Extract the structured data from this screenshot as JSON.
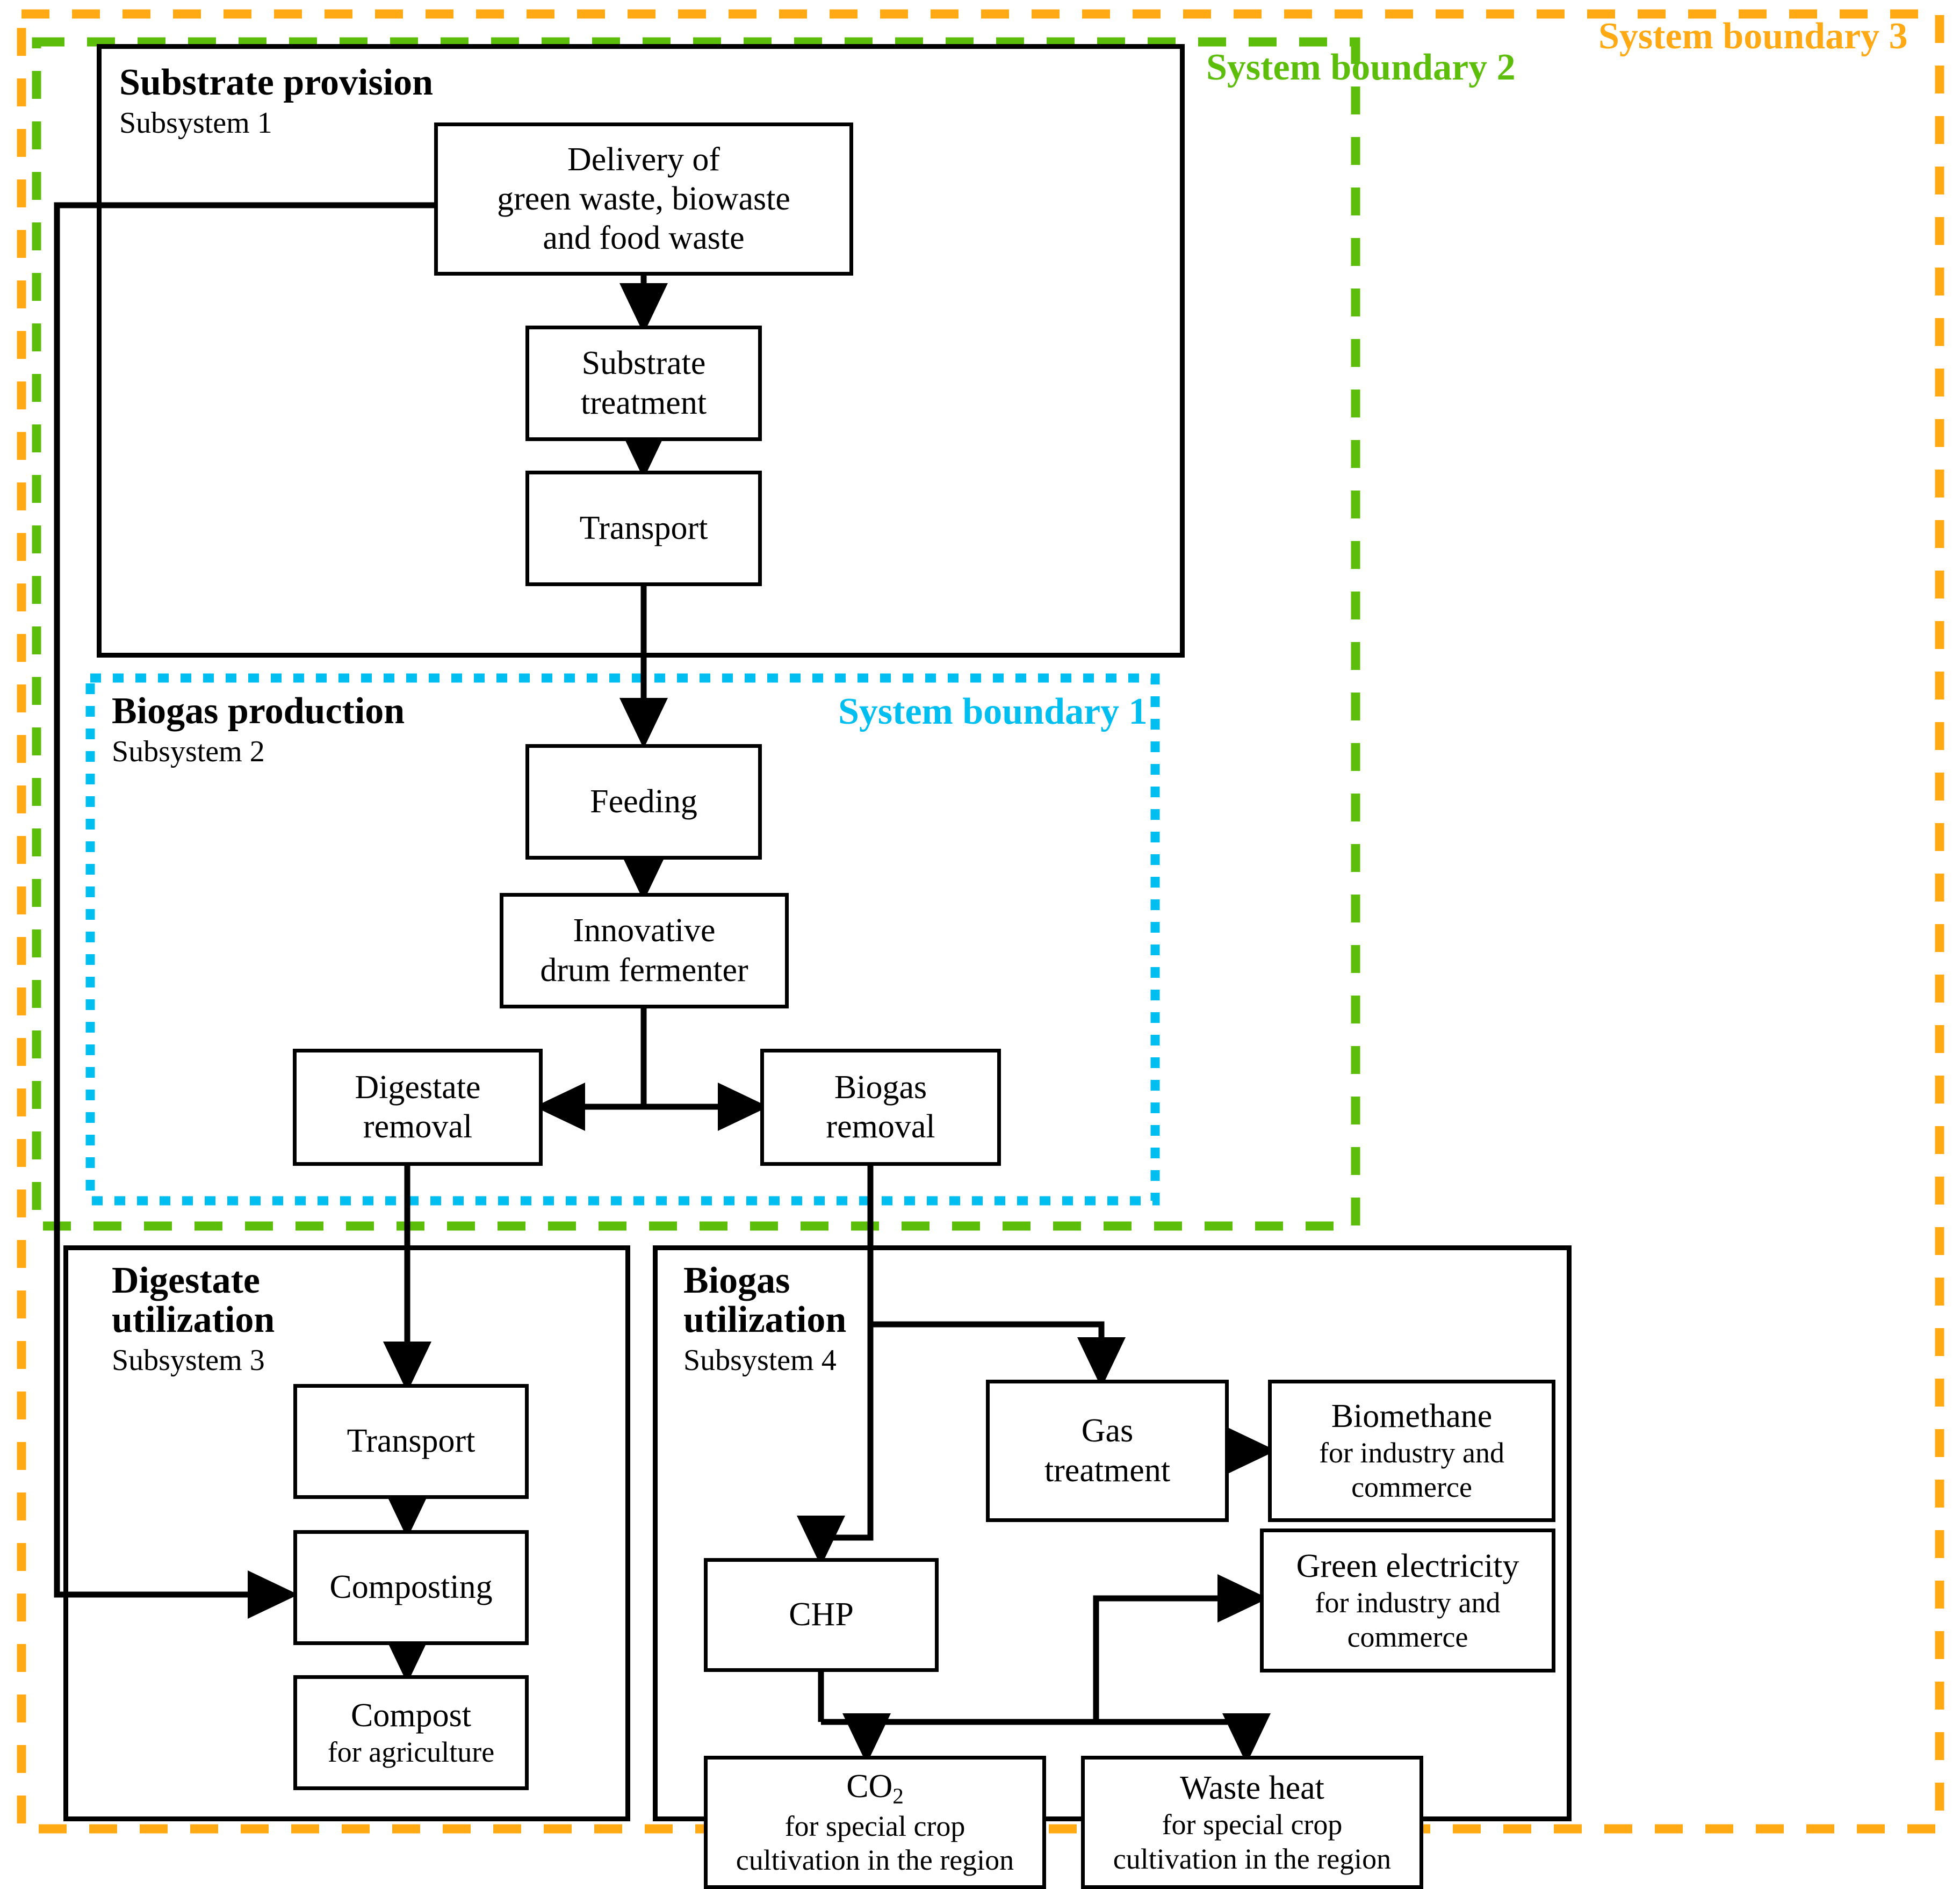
{
  "boundaries": [
    {
      "id": "sb1",
      "label": "System boundary 1",
      "color": "#00BFF0",
      "style": "dotted"
    },
    {
      "id": "sb2",
      "label": "System boundary 2",
      "color": "#5CBD0A",
      "style": "dashed"
    },
    {
      "id": "sb3",
      "label": "System boundary 3",
      "color": "#FFA915",
      "style": "dashed"
    }
  ],
  "subsystems": [
    {
      "id": "s1",
      "title": "Substrate provision",
      "subtitle": "Subsystem 1"
    },
    {
      "id": "s2",
      "title": "Biogas production",
      "subtitle": "Subsystem 2"
    },
    {
      "id": "s3",
      "title": "Digestate\nutilization",
      "subtitle": "Subsystem 3"
    },
    {
      "id": "s4",
      "title": "Biogas\nutilization",
      "subtitle": "Subsystem 4"
    }
  ],
  "nodes": {
    "delivery": {
      "line1": "Delivery of",
      "line2": "green waste, biowaste",
      "line3": "and food waste"
    },
    "substrate_treatment": {
      "line1": "Substrate",
      "line2": "treatment"
    },
    "transport1": {
      "line1": "Transport"
    },
    "feeding": {
      "line1": "Feeding"
    },
    "fermenter": {
      "line1": "Innovative",
      "line2": "drum fermenter"
    },
    "digestate_removal": {
      "line1": "Digestate",
      "line2": "removal"
    },
    "biogas_removal": {
      "line1": "Biogas",
      "line2": "removal"
    },
    "transport2": {
      "line1": "Transport"
    },
    "composting": {
      "line1": "Composting"
    },
    "compost": {
      "line1": "Compost",
      "line2": "for agriculture"
    },
    "gas_treatment": {
      "line1": "Gas",
      "line2": "treatment"
    },
    "biomethane": {
      "line1": "Biomethane",
      "line2": "for industry and",
      "line3": "commerce"
    },
    "chp": {
      "line1": "CHP"
    },
    "green_elec": {
      "line1": "Green electricity",
      "line2": "for industry and",
      "line3": "commerce"
    },
    "co2": {
      "line1": "CO",
      "sub": "2",
      "line2": "for special crop",
      "line3": "cultivation in the region"
    },
    "waste_heat": {
      "line1": "Waste heat",
      "line2": "for special crop",
      "line3": "cultivation in the region"
    }
  }
}
